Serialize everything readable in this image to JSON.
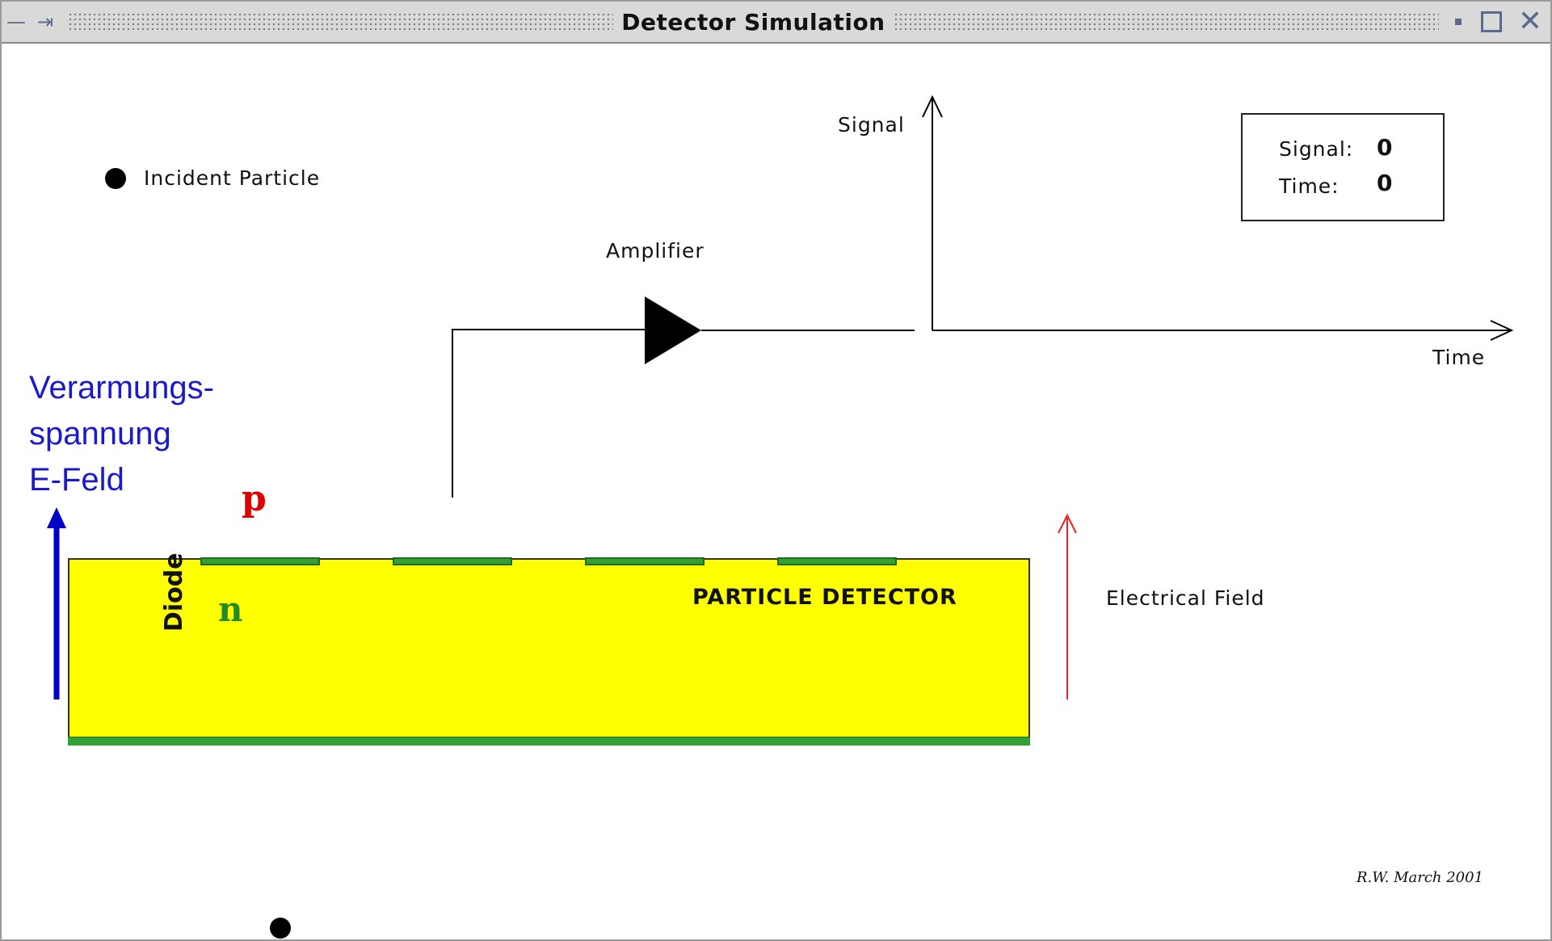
{
  "window": {
    "title": "Detector Simulation",
    "menu_icon": "minimize-icon",
    "pin_icon": "pin-icon"
  },
  "legend": {
    "incident_label": "Incident Particle"
  },
  "graph": {
    "signal_axis_label": "Signal",
    "time_axis_label": "Time",
    "amplifier_label": "Amplifier"
  },
  "readout": {
    "signal_label": "Signal:",
    "signal_value": "0",
    "time_label": "Time:",
    "time_value": "0"
  },
  "detector": {
    "name": "PARTICLE DETECTOR",
    "p_label": "p",
    "n_label": "n",
    "diode_label": "Diode"
  },
  "field": {
    "label": "Electrical Field"
  },
  "annotation": {
    "line1": "Verarmungs-",
    "line2": "spannung",
    "line3": "E-Feld"
  },
  "credit": "R.W. March 2001",
  "colors": {
    "detector_fill": "#ffff00",
    "contact_green": "#33a033",
    "annotation_blue": "#1a1acc",
    "p_red": "#dd0000",
    "n_green": "#228b22",
    "field_red": "#ee2222"
  }
}
